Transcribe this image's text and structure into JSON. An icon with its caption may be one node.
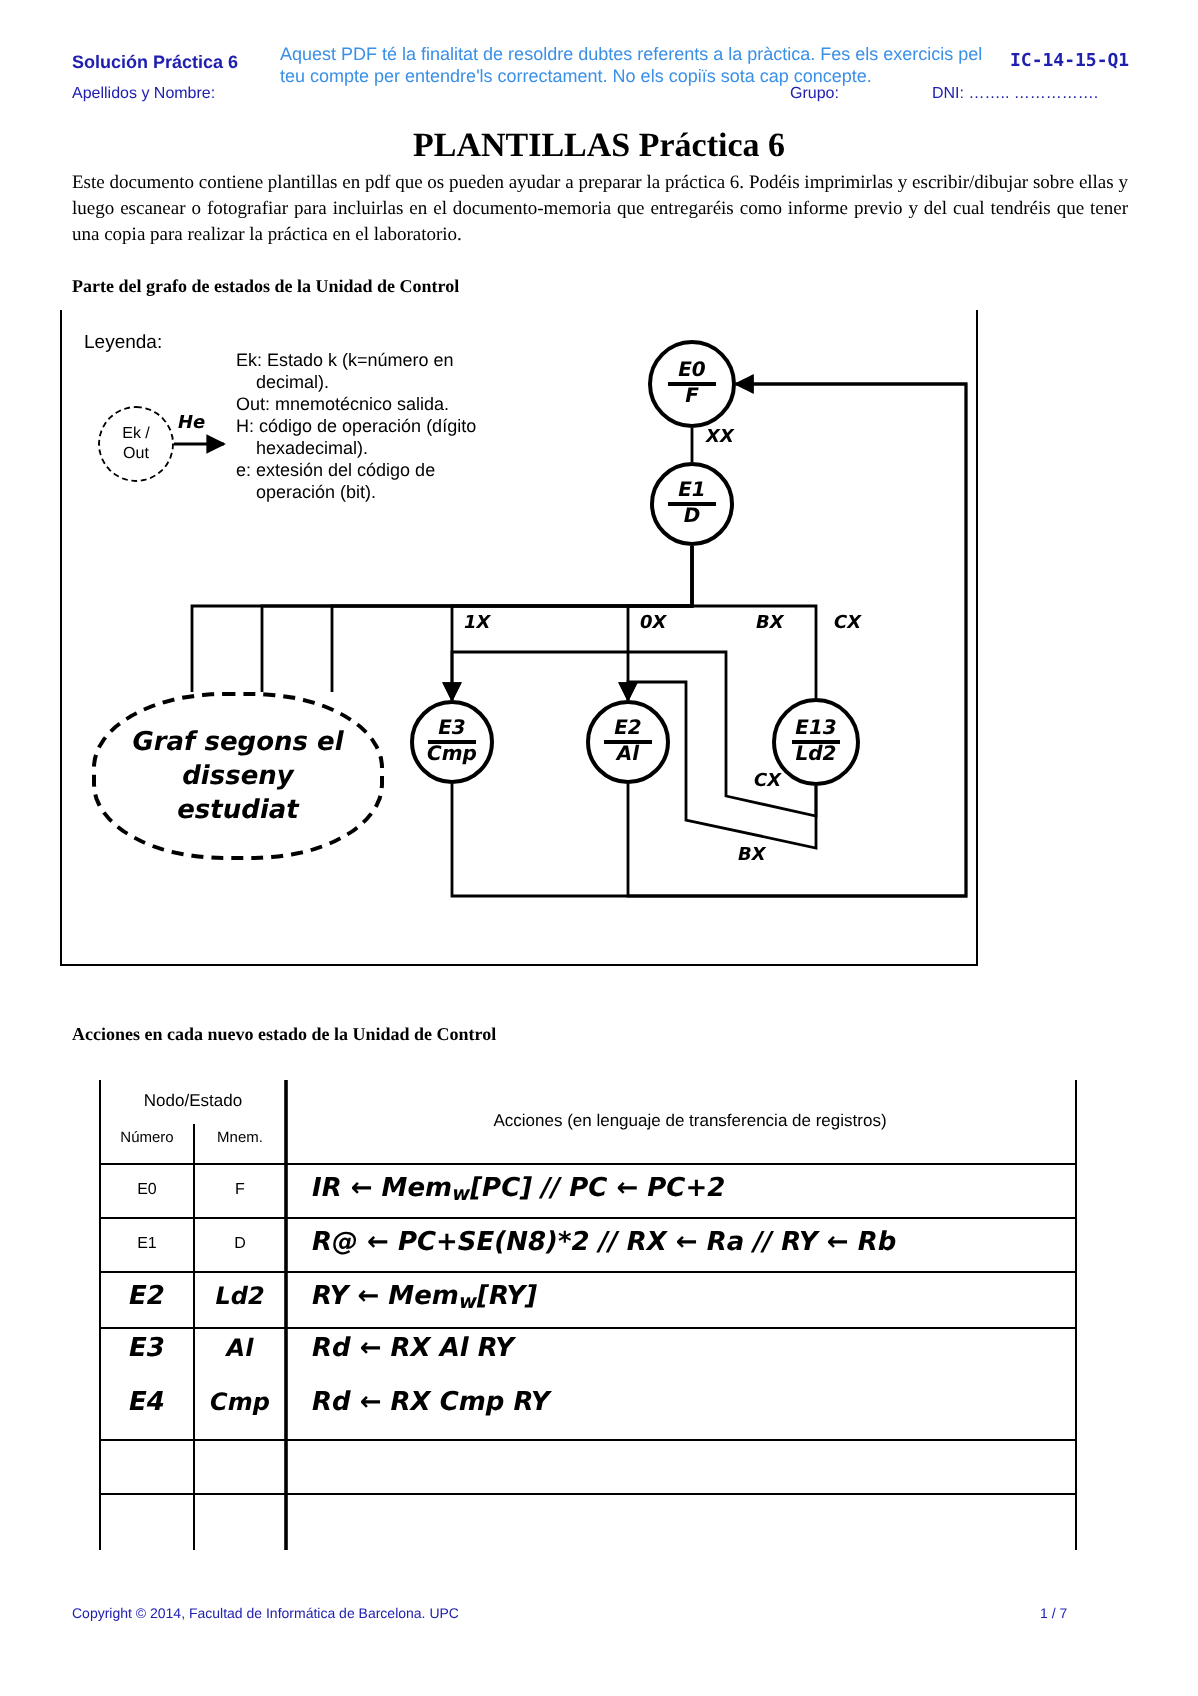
{
  "diagram": {
    "title": "PLANTILLAS Práctica 6",
    "nodes": [
      {
        "text": [
          "E0",
          "F"
        ]
      },
      {
        "text": [
          "E1",
          "D"
        ]
      },
      {
        "text": [
          "E3",
          "Cmp"
        ]
      },
      {
        "text": [
          "E2",
          "Al"
        ]
      },
      {
        "text": [
          "E13",
          "Ld2"
        ]
      },
      {
        "text": [
          "Ek /",
          "Out"
        ]
      },
      {
        "text": [
          "Graf segons el disseny estudiat"
        ]
      },
      {
        "text": [
          "Ek: Estado k (k=número en decimal).",
          "Out: mnemotécnico salida.",
          "H: código de operación (dígito hexadecimal).",
          "e: extesión del código de operación (bit)."
        ]
      }
    ],
    "edges": [
      {
        "from": 0,
        "to": 1,
        "arrow": "none",
        "label": "XX"
      },
      {
        "from": 1,
        "to": 2,
        "arrow": "to",
        "label": "1X"
      },
      {
        "from": 1,
        "to": 3,
        "arrow": "to",
        "label": "0X"
      },
      {
        "from": 1,
        "to": 4,
        "arrow": "none",
        "label": "CX"
      },
      {
        "from": 4,
        "to": 2,
        "arrow": "to",
        "label": "CX"
      },
      {
        "from": 4,
        "to": 3,
        "arrow": "to",
        "label": "BX"
      },
      {
        "from": 2,
        "to": 0,
        "arrow": "to"
      },
      {
        "from": 3,
        "to": 0,
        "arrow": "to"
      },
      {
        "from": 1,
        "to": 6,
        "arrow": "none"
      },
      {
        "from": 1,
        "to": 6,
        "arrow": "none"
      },
      {
        "from": 1,
        "to": 6,
        "arrow": "none"
      },
      {
        "from": 5,
        "to": 7,
        "arrow": "to",
        "label": "He"
      }
    ],
    "labels": [
      "Solución Práctica 6",
      "Aquest PDF té la finalitat de resoldre dubtes referents a la pràctica. Fes els exercicis pel teu compte per entendre'ls correctament. No els copiïs sota cap concepte.",
      "IC-14-15-Q1",
      "Apellidos y Nombre:",
      "Grupo:",
      "DNI: …….. …………….",
      "Este documento contiene plantillas en pdf que os pueden ayudar a preparar la práctica 6. Podéis imprimirlas y escribir/dibujar sobre ellas y luego escanear o fotografiar para incluirlas en el documento-memoria que entregaréis como informe previo y del cual tendréis que tener una copia para realizar la práctica en el laboratorio.",
      "Parte del grafo de estados de la Unidad de Control",
      "Leyenda:",
      "Acciones en cada nuevo estado de la Unidad de Control",
      "Nodo/Estado",
      "Acciones (en lenguaje de transferencia de registros)",
      "Número",
      "Mnem.",
      "E0",
      "F",
      "IR ← Mem$_{w}$[PC] // PC ← PC+2",
      "E1",
      "D",
      "R@ ← PC+SE(N8)*2 // RX ← Ra // RY ← Rb",
      "E2",
      "Ld2",
      "RY ← Mem$_{w}$[RY]",
      "E3",
      "Al",
      "Rd ← RX Al RY",
      "E4",
      "Cmp",
      "Rd ← RX Cmp RY",
      "Copyright © 2014, Facultad de Informática de Barcelona. UPC",
      "1 / 7",
      "BX"
    ]
  }
}
